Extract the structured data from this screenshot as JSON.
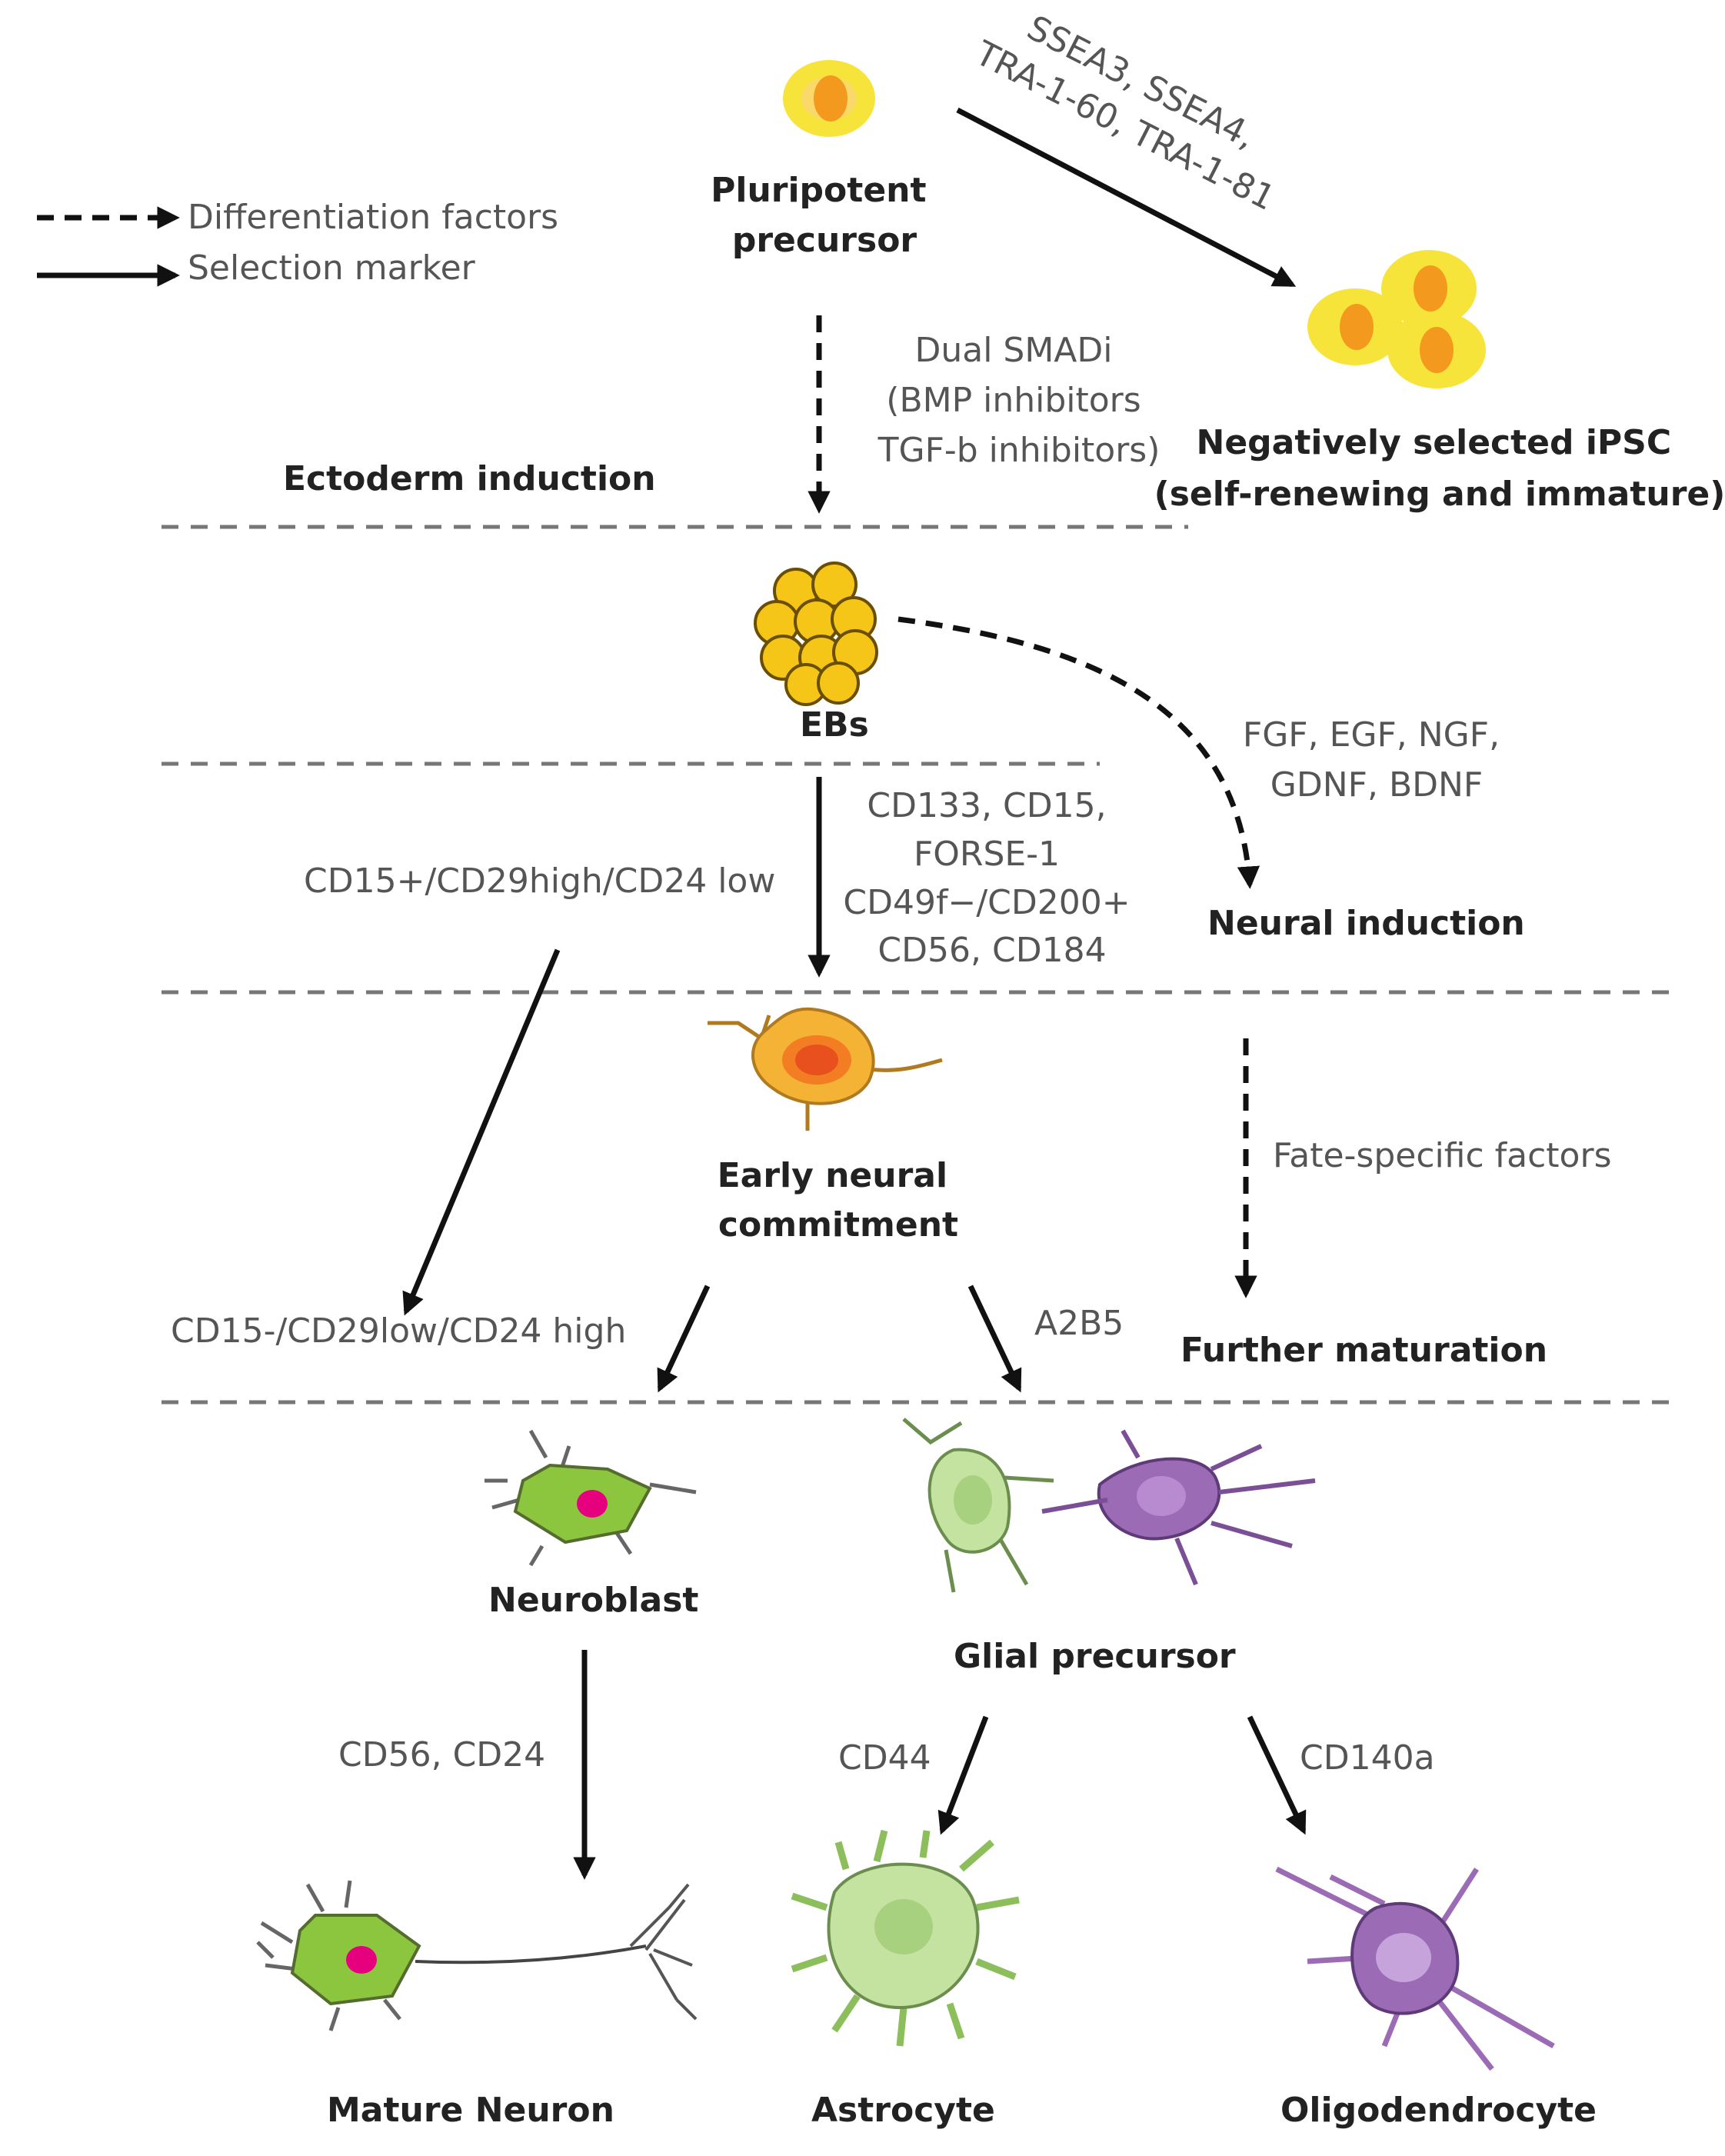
{
  "legend": {
    "dashed_label": "Differentiation factors",
    "solid_label": "Selection marker"
  },
  "nodes": {
    "pluripotent": [
      "Pluripotent",
      "precursor"
    ],
    "ipsc": [
      "Negatively selected iPSC",
      "(self-renewing and immature)"
    ],
    "ebs": "EBs",
    "neural_induction": "Neural induction",
    "early_neural": [
      "Early neural",
      "commitment"
    ],
    "further_maturation": "Further maturation",
    "neuroblast": "Neuroblast",
    "glial_precursor": "Glial precursor",
    "mature_neuron": "Mature Neuron",
    "astrocyte": "Astrocyte",
    "oligodendrocyte": "Oligodendrocyte"
  },
  "stages": {
    "ectoderm_induction": "Ectoderm induction"
  },
  "labels": {
    "ssea": [
      "SSEA3, SSEA4,",
      "TRA-1-60, TRA-1-81"
    ],
    "dual_smadi": [
      "Dual SMADi",
      "(BMP inhibitors",
      "TGF-b inhibitors)"
    ],
    "growth_factors": [
      "FGF, EGF, NGF,",
      "GDNF, BDNF"
    ],
    "cd15_plus": "CD15+/CD29high/CD24 low",
    "eb_markers": [
      "CD133, CD15,",
      "FORSE-1",
      "CD49f−/CD200+",
      "CD56, CD184"
    ],
    "fate_factors": "Fate-specific factors",
    "cd15_minus": "CD15-/CD29low/CD24 high",
    "a2b5": "A2B5",
    "cd56_cd24": "CD56, CD24",
    "cd44": "CD44",
    "cd140a": "CD140a"
  },
  "colors": {
    "ipsc_yellow": "#f7e43a",
    "ipsc_orange": "#f39a1e",
    "eb_yellow": "#f5c518",
    "progenitor_orange": "#f5b335",
    "progenitor_core": "#e8501e",
    "neuron_green": "#8cc63f",
    "neuron_nucleus": "#e6007e",
    "glia_green": "#c5e3a0",
    "oligo_purple": "#9b6bb5"
  }
}
